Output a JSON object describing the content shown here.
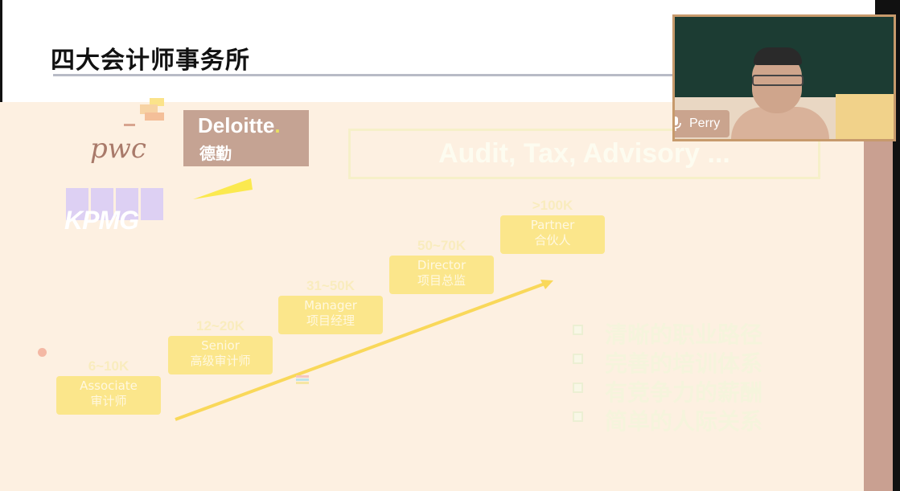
{
  "slide": {
    "title": "四大会计师事务所",
    "services_tag": "Audit, Tax, Advisory ...",
    "logos": {
      "pwc": "pwc",
      "deloitte_en": "Deloitte",
      "deloitte_dot": ".",
      "deloitte_zh": "德勤",
      "kpmg": "KPMG"
    },
    "career_steps": [
      {
        "salary": "6~10K",
        "title_en": "Associate",
        "title_zh": "审计师"
      },
      {
        "salary": "12~20K",
        "title_en": "Senior",
        "title_zh": "高级审计师"
      },
      {
        "salary": "31~50K",
        "title_en": "Manager",
        "title_zh": "项目经理"
      },
      {
        "salary": "50~70K",
        "title_en": "Director",
        "title_zh": "项目总监"
      },
      {
        "salary": ">100K",
        "title_en": "Partner",
        "title_zh": "合伙人"
      }
    ],
    "benefits": [
      "清晰的职业路径",
      "完善的培训体系",
      "有竞争力的薪酬",
      "简单的人际关系"
    ]
  },
  "webcam": {
    "participant_name": "Perry",
    "mic_icon": "microphone-icon"
  },
  "colors": {
    "overlay": "#fdf0e1",
    "step_fill": "#fbe68b",
    "arrow": "#f9d85a",
    "deloitte_box": "#c5a393",
    "side_strip": "#c9a091"
  }
}
